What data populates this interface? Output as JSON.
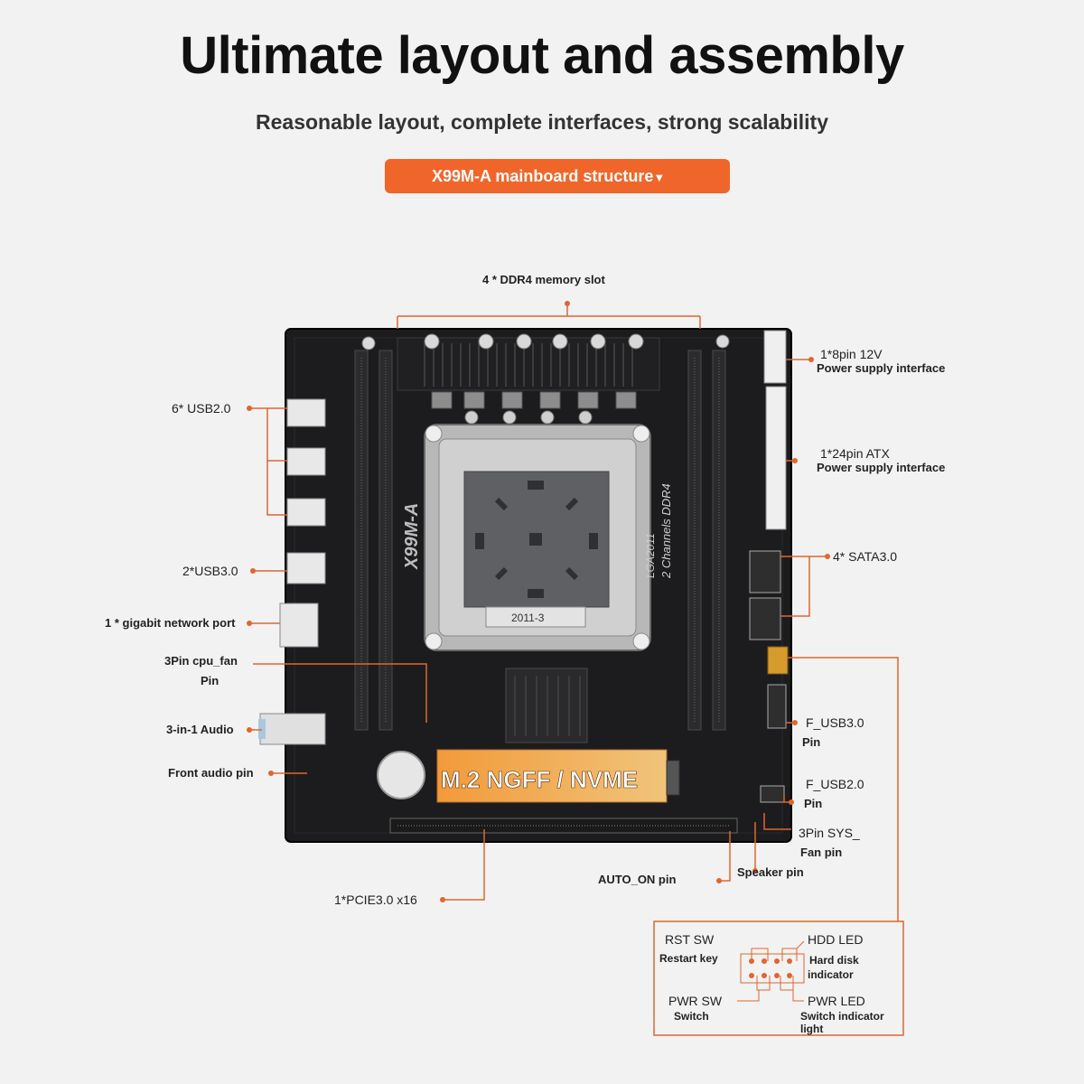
{
  "header": {
    "title": "Ultimate layout and assembly",
    "subtitle": "Reasonable layout, complete interfaces, strong scalability",
    "banner": "X99M-A mainboard structure"
  },
  "board": {
    "model_text": "X99M-A",
    "socket_text_1": "2 Channels DDR4",
    "socket_text_2": "LGA2011",
    "socket_text_3": "2011-3",
    "m2_badge": "M.2 NGFF / NVME"
  },
  "callouts": {
    "ddr4": "4 * DDR4 memory slot",
    "usb2": "6* USB2.0",
    "usb3": "2*USB3.0",
    "lan": "1 * gigabit network port",
    "cpu_fan_1": "3Pin cpu_fan",
    "cpu_fan_2": "Pin",
    "audio": "3-in-1 Audio",
    "front_audio": "Front audio pin",
    "pcie": "1*PCIE3.0 x16",
    "auto_on": "AUTO_ON pin",
    "speaker": "Speaker pin",
    "sys_fan_1": "3Pin SYS_",
    "sys_fan_2": "Fan pin",
    "f_usb2_1": "F_USB2.0",
    "f_usb2_2": "Pin",
    "f_usb3_1": "F_USB3.0",
    "f_usb3_2": "Pin",
    "sata": "4* SATA3.0",
    "atx_1": "1*24pin ATX",
    "atx_2": "Power supply interface",
    "p12v_1": "1*8pin 12V",
    "p12v_2": "Power supply interface"
  },
  "panel": {
    "rst_1": "RST SW",
    "rst_2": "Restart key",
    "pwr_1": "PWR SW",
    "pwr_2": "Switch",
    "hdd_1": "HDD LED",
    "hdd_2": "Hard disk",
    "hdd_3": "indicator",
    "pled_1": "PWR LED",
    "pled_2": "Switch indicator",
    "pled_3": "light"
  },
  "colors": {
    "accent": "#f0662a",
    "board": "#1c1c1e",
    "callout_line": "#e0662e"
  }
}
